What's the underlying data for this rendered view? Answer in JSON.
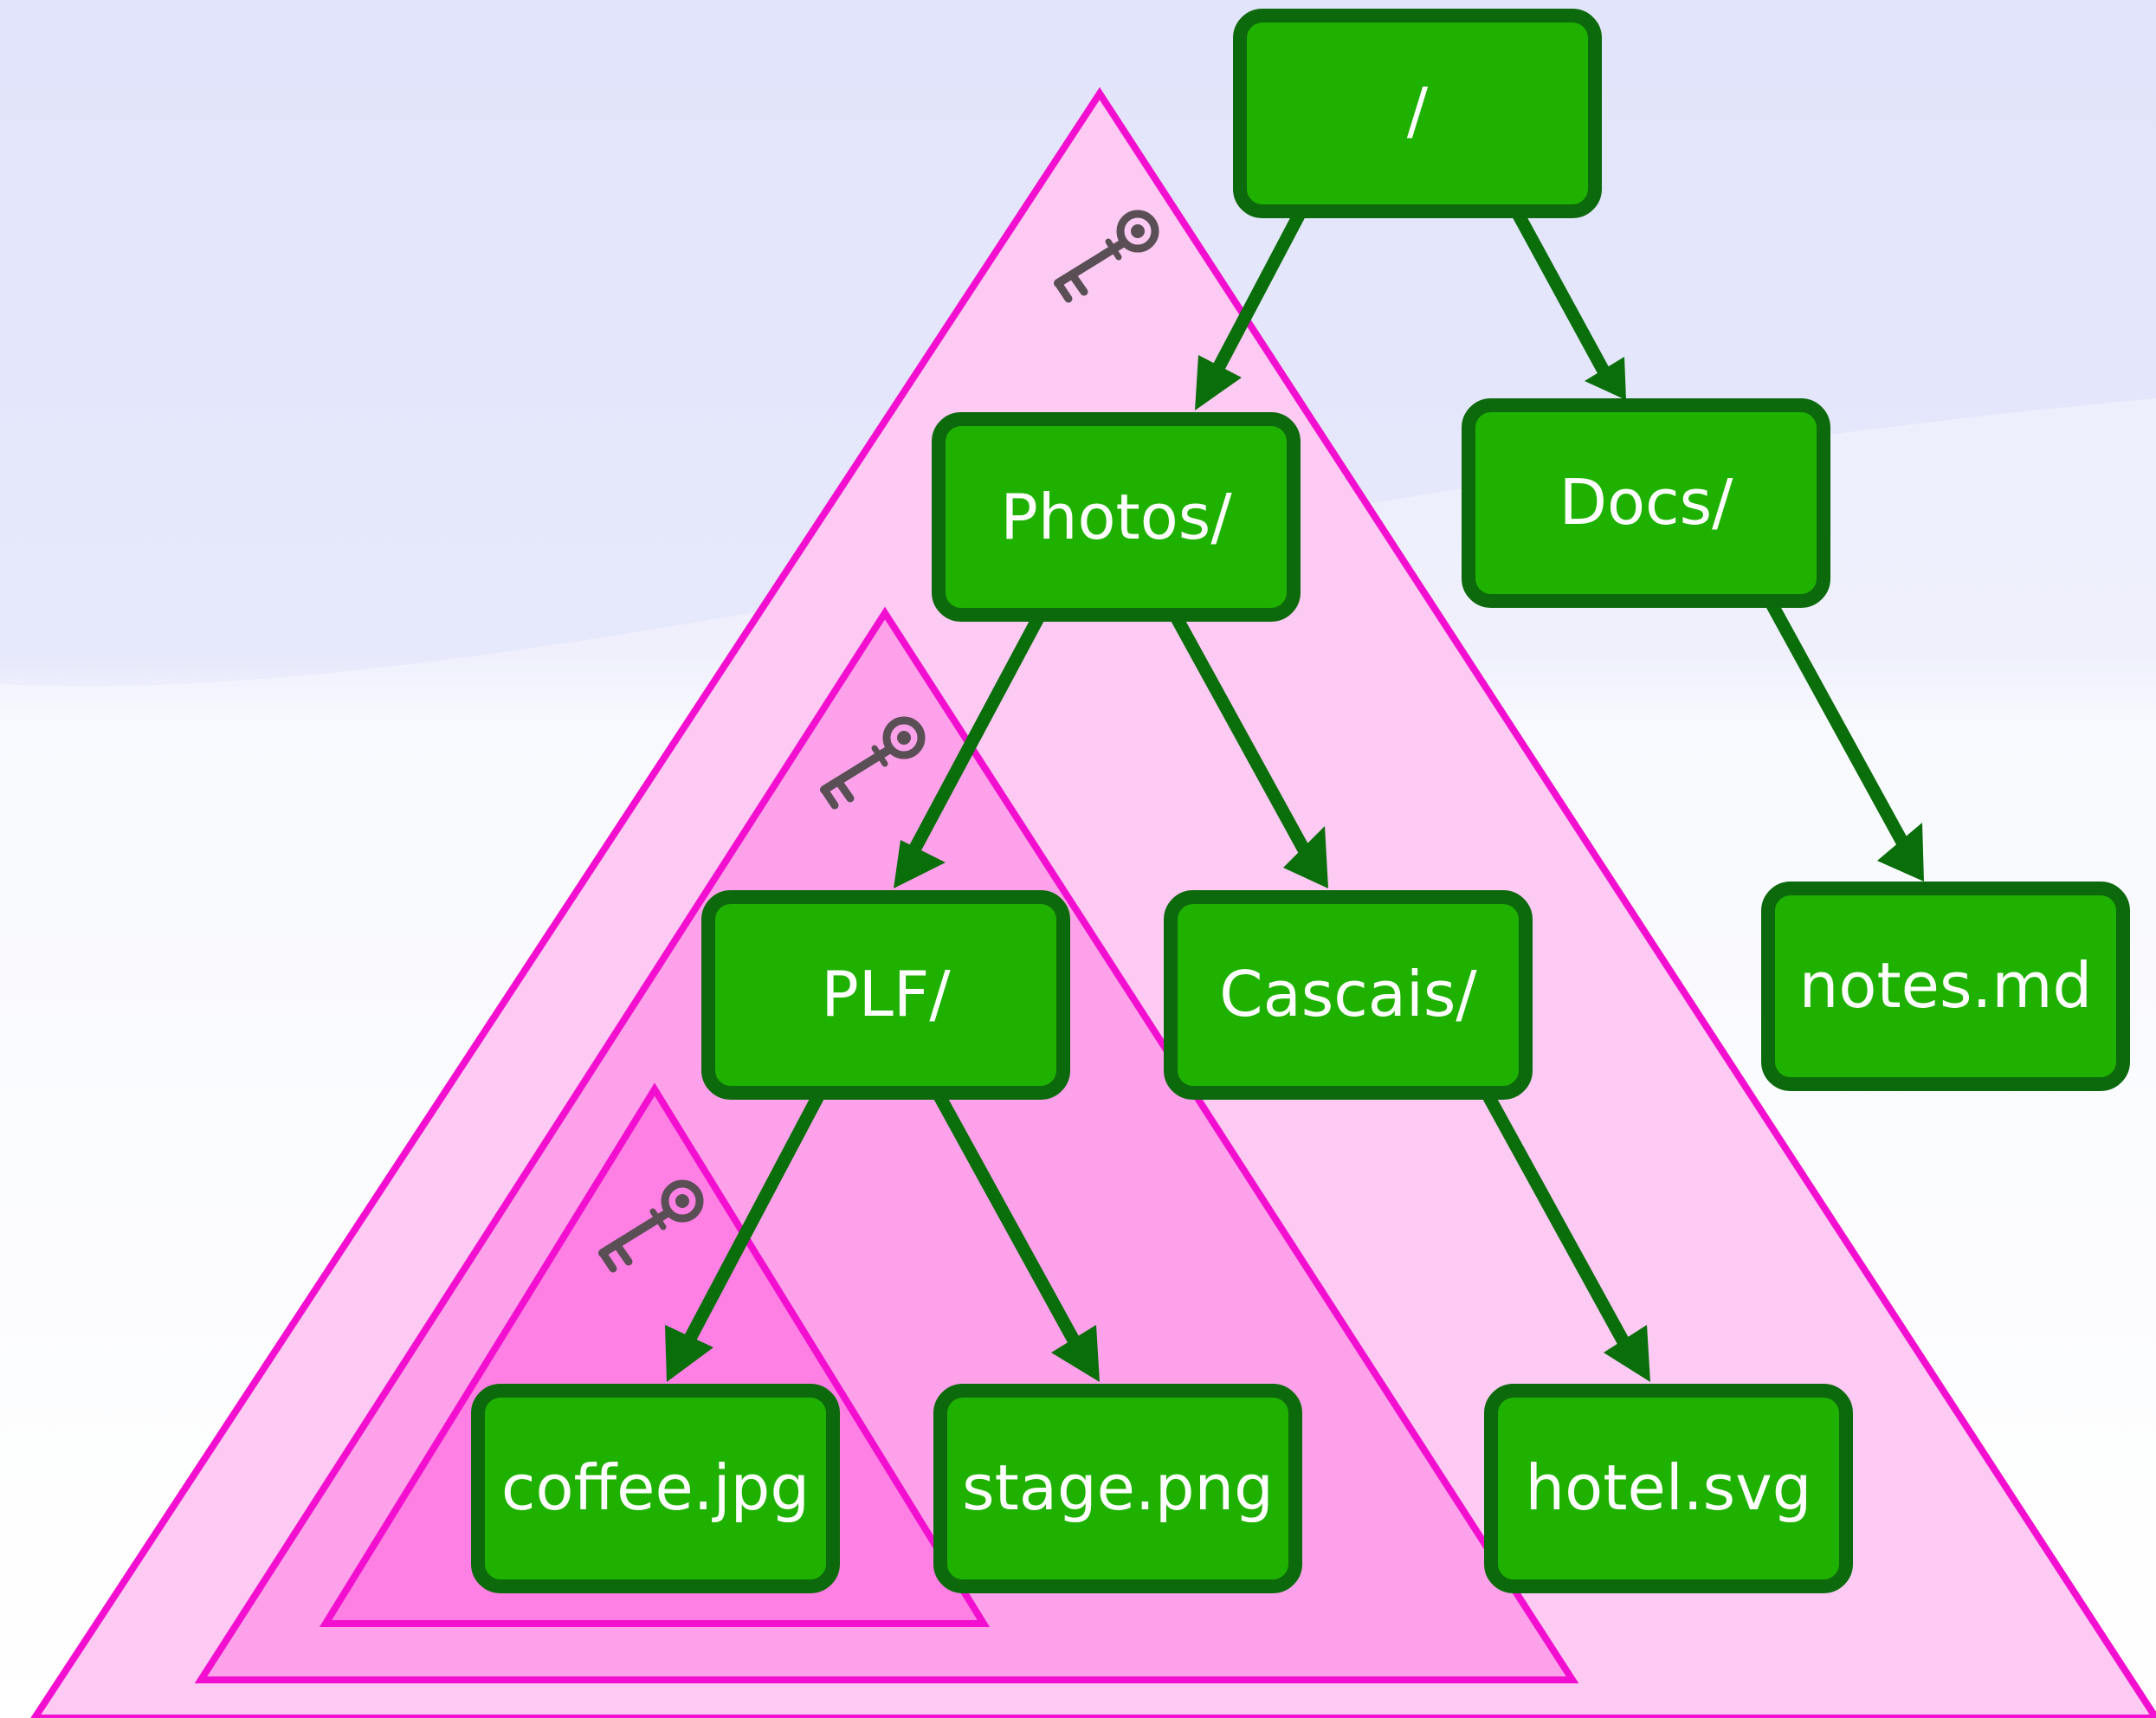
{
  "nodes": {
    "root": {
      "label": "/"
    },
    "photos": {
      "label": "Photos/"
    },
    "docs": {
      "label": "Docs/"
    },
    "plf": {
      "label": "PLF/"
    },
    "cascais": {
      "label": "Cascais/"
    },
    "notes": {
      "label": "notes.md"
    },
    "coffee": {
      "label": "coffee.jpg"
    },
    "stage": {
      "label": "stage.png"
    },
    "hotel": {
      "label": "hotel.svg"
    }
  },
  "edges": [
    {
      "from": "root",
      "to": "photos"
    },
    {
      "from": "root",
      "to": "docs"
    },
    {
      "from": "photos",
      "to": "plf"
    },
    {
      "from": "photos",
      "to": "cascais"
    },
    {
      "from": "docs",
      "to": "notes"
    },
    {
      "from": "plf",
      "to": "coffee"
    },
    {
      "from": "plf",
      "to": "stage"
    },
    {
      "from": "cascais",
      "to": "hotel"
    }
  ],
  "access_regions": [
    {
      "scope": "photos",
      "icon": "key-icon"
    },
    {
      "scope": "plf",
      "icon": "key-icon"
    },
    {
      "scope": "coffee",
      "icon": "key-icon"
    }
  ],
  "colors": {
    "node_fill": "#1fb100",
    "node_border": "#0c6a0c",
    "edge": "#0a6e0a",
    "region_border": "#f20fcf",
    "region_outer": "#fccaf3",
    "region_middle": "#fda2ea",
    "region_inner": "#ff80e4",
    "background_top": "#e3e6fb"
  }
}
